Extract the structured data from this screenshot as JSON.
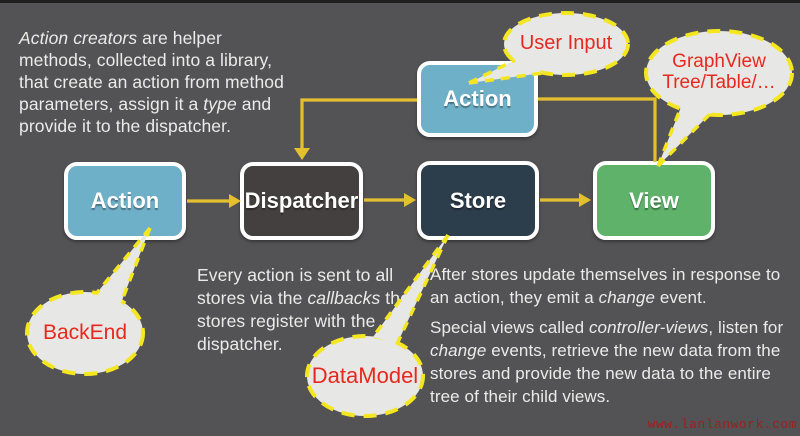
{
  "canvas": {
    "background": "#535355",
    "top_strip_color": "#1f1f1f"
  },
  "colors": {
    "arrow_yellow": "#e5c02e",
    "dash_yellow": "#f4e71f",
    "bubble_fill": "#e7e7e5",
    "bubble_text_red": "#e8281e",
    "action_blue": "#6fb0c9",
    "dispatcher_gray": "#454040",
    "store_navy": "#2c3d4c",
    "view_green": "#5fb26a",
    "box_border_white": "#ffffff",
    "paragraph_text": "#ebebe9",
    "watermark_red": "#9e1f1f"
  },
  "boxes": {
    "action_top": {
      "label": "Action"
    },
    "action": {
      "label": "Action"
    },
    "dispatcher": {
      "label": "Dispatcher"
    },
    "store": {
      "label": "Store"
    },
    "view": {
      "label": "View"
    }
  },
  "bubbles": {
    "user_input": {
      "label": "User Input"
    },
    "graph_view": {
      "line1": "GraphView",
      "line2": "Tree/Table/…"
    },
    "back_end": {
      "label": "BackEnd"
    },
    "data_model": {
      "label": "DataModel"
    }
  },
  "paragraphs": {
    "action_creators": {
      "l1a_italic": "Action creators",
      "l1b": " are helper",
      "l2": "methods, collected into a library,",
      "l3": "that create an action from method",
      "l4a": "parameters, assign it a ",
      "l4b_italic": "type",
      "l4c": " and",
      "l5": "provide it to the dispatcher."
    },
    "dispatcher_note": {
      "l1": "Every action is sent to all",
      "l2a": "stores via the ",
      "l2b_italic": "callbacks",
      "l2c": " the",
      "l3": "stores register with the",
      "l4": "dispatcher."
    },
    "store_note": {
      "l1": "After stores update themselves in response to",
      "l2a": "an action, they emit a ",
      "l2b_italic": "change",
      "l2c": " event."
    },
    "view_note": {
      "l1a": "Special views called ",
      "l1b_italic": "controller-views",
      "l1c": ", listen for",
      "l2a_italic": "change",
      "l2b": " events, retrieve the new data from the",
      "l3": "stores and provide the new data to the entire",
      "l4": "tree of their child views."
    }
  },
  "watermark": "www.lanlanwork.com"
}
